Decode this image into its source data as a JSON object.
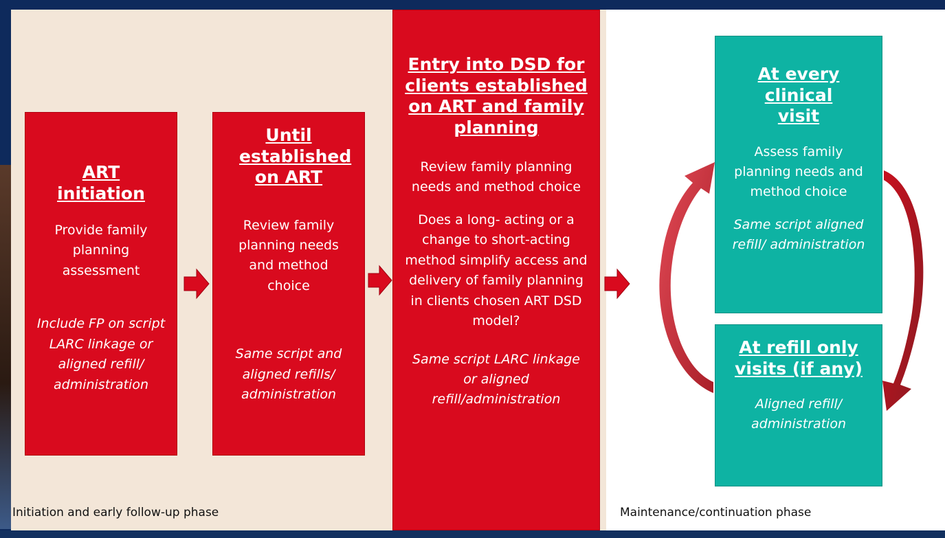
{
  "colors": {
    "red": "#d90a1e",
    "teal": "#0eb3a3",
    "beige": "#f3e6d8",
    "border": "#0e2a5c"
  },
  "boxes": {
    "b1": {
      "heading": "ART initiation",
      "body": "Provide family planning assessment",
      "italic": "Include FP on script LARC linkage or aligned refill/ administration"
    },
    "b2": {
      "heading": "Until established on ART",
      "body": "Review family planning needs and method choice",
      "italic": "Same script and aligned refills/ administration"
    },
    "b3": {
      "heading": "Entry into DSD for clients established on ART and family planning",
      "body": "Review family planning needs and method choice",
      "body2": "Does a long- acting or a change to short-acting method simplify access and delivery of family planning in clients chosen ART DSD model?",
      "italic": "Same script LARC linkage or aligned refill/administration"
    },
    "b4": {
      "heading": "At every clinical visit",
      "body": "Assess family planning needs and method choice",
      "italic": "Same script aligned refill/ administration"
    },
    "b5": {
      "heading": "At refill only visits (if any)",
      "italic": "Aligned refill/ administration"
    }
  },
  "phases": {
    "left": "Initiation and early follow-up phase",
    "right": "Maintenance/continuation phase"
  }
}
